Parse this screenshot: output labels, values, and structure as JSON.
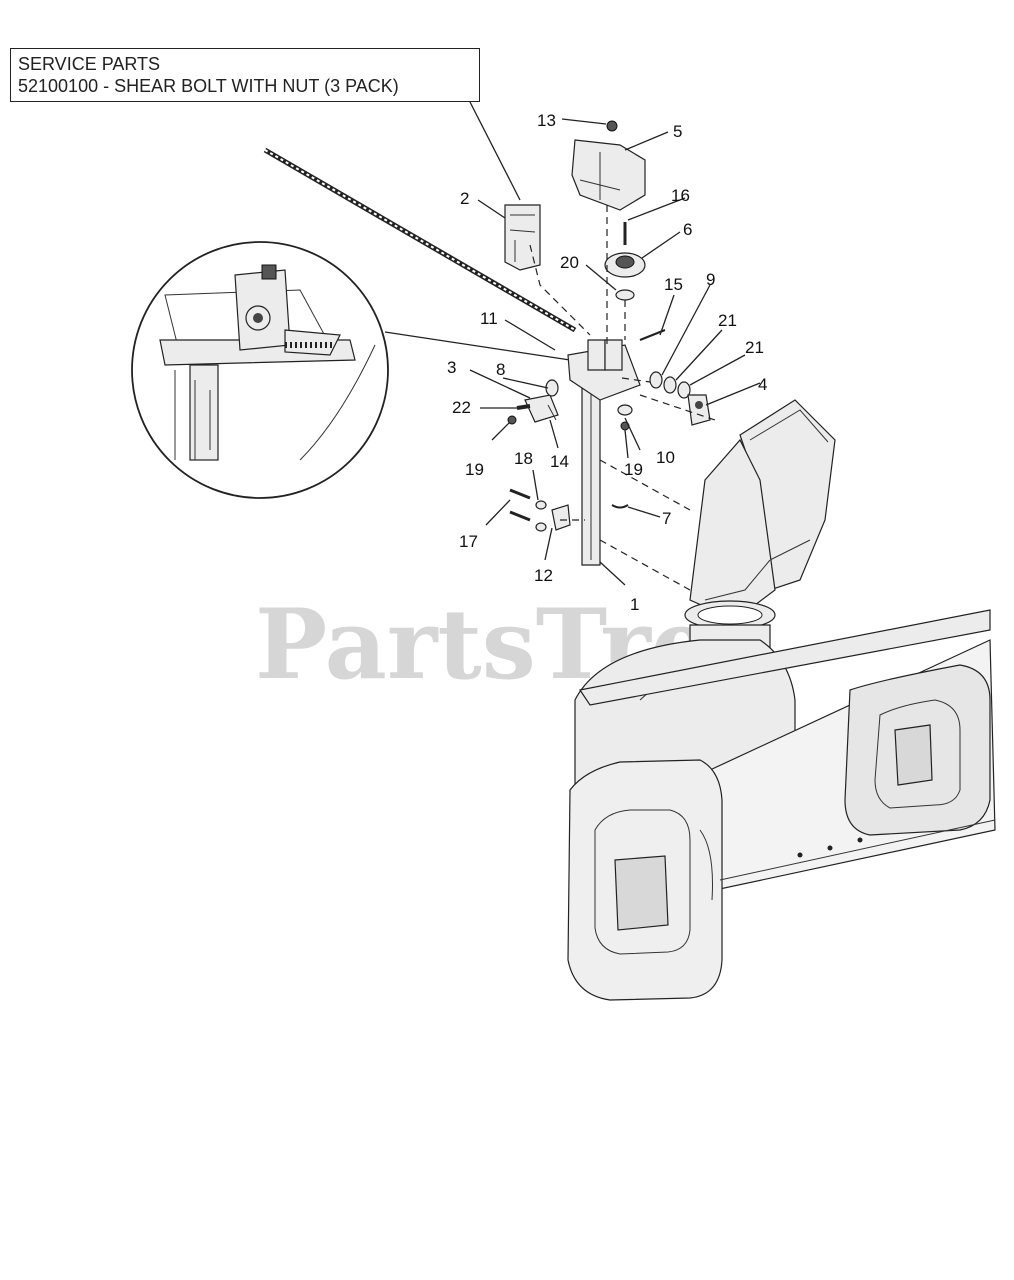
{
  "service_parts": {
    "heading": "SERVICE PARTS",
    "line": "52100100 - SHEAR BOLT WITH NUT (3 PACK)"
  },
  "watermark": "PartsTree",
  "callouts": {
    "c1": "1",
    "c2": "2",
    "c3": "3",
    "c4": "4",
    "c5": "5",
    "c6": "6",
    "c7": "7",
    "c8": "8",
    "c9": "9",
    "c10": "10",
    "c11": "11",
    "c12": "12",
    "c13": "13",
    "c14": "14",
    "c15": "15",
    "c16": "16",
    "c17": "17",
    "c18": "18",
    "c19a": "19",
    "c19b": "19",
    "c20": "20",
    "c21a": "21",
    "c21b": "21",
    "c22": "22"
  }
}
